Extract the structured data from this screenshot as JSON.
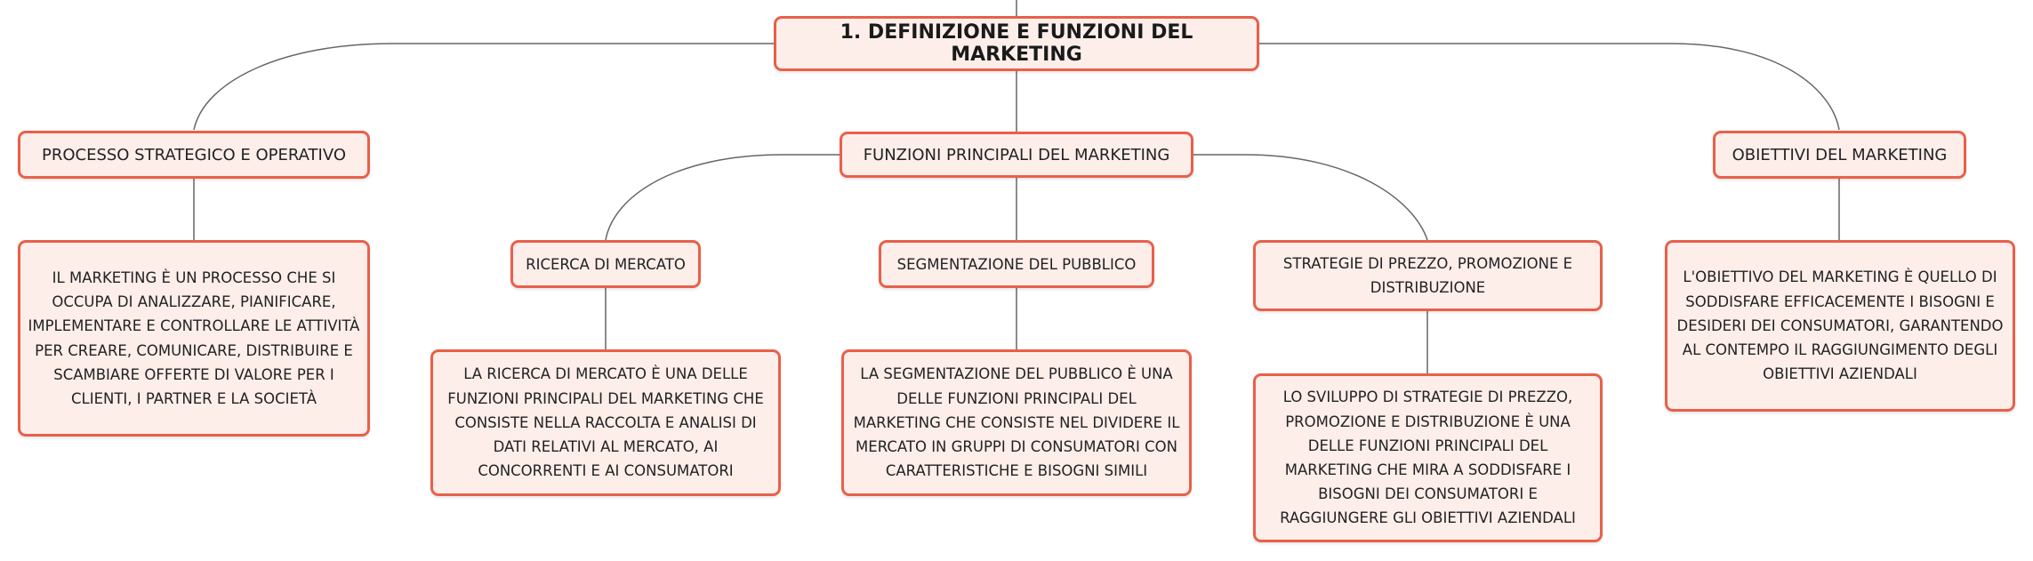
{
  "colors": {
    "node_border": "#e8604a",
    "node_fill": "#fdeeea",
    "connector": "#666666",
    "text": "#222222"
  },
  "root": {
    "title": "1. DEFINIZIONE E FUNZIONI DEL MARKETING"
  },
  "branches": {
    "processo": {
      "label": "PROCESSO STRATEGICO E OPERATIVO",
      "detail": "IL MARKETING È UN PROCESSO CHE SI OCCUPA DI ANALIZZARE, PIANIFICARE, IMPLEMENTARE E CONTROLLARE LE ATTIVITÀ PER CREARE, COMUNICARE, DISTRIBUIRE E SCAMBIARE OFFERTE DI VALORE PER I CLIENTI, I PARTNER E LA SOCIETÀ"
    },
    "funzioni": {
      "label": "FUNZIONI PRINCIPALI DEL MARKETING",
      "children": {
        "ricerca": {
          "label": "RICERCA DI MERCATO",
          "detail": "LA RICERCA DI MERCATO È UNA DELLE FUNZIONI PRINCIPALI DEL MARKETING CHE CONSISTE NELLA RACCOLTA E ANALISI DI DATI RELATIVI AL MERCATO, AI CONCORRENTI E AI CONSUMATORI"
        },
        "segmentazione": {
          "label": "SEGMENTAZIONE DEL PUBBLICO",
          "detail": "LA SEGMENTAZIONE DEL PUBBLICO È UNA DELLE FUNZIONI PRINCIPALI DEL MARKETING CHE CONSISTE NEL DIVIDERE IL MERCATO IN GRUPPI DI CONSUMATORI CON CARATTERISTICHE E BISOGNI SIMILI"
        },
        "strategie": {
          "label": "STRATEGIE DI PREZZO, PROMOZIONE E DISTRIBUZIONE",
          "detail": "LO SVILUPPO DI STRATEGIE DI PREZZO, PROMOZIONE E DISTRIBUZIONE È UNA DELLE FUNZIONI PRINCIPALI DEL MARKETING CHE MIRA A SODDISFARE I BISOGNI DEI CONSUMATORI E RAGGIUNGERE GLI OBIETTIVI AZIENDALI"
        }
      }
    },
    "obiettivi": {
      "label": "OBIETTIVI DEL MARKETING",
      "detail": "L'OBIETTIVO DEL MARKETING È QUELLO DI SODDISFARE EFFICACEMENTE I BISOGNI E DESIDERI DEI CONSUMATORI, GARANTENDO AL CONTEMPO IL RAGGIUNGIMENTO DEGLI OBIETTIVI AZIENDALI"
    }
  }
}
